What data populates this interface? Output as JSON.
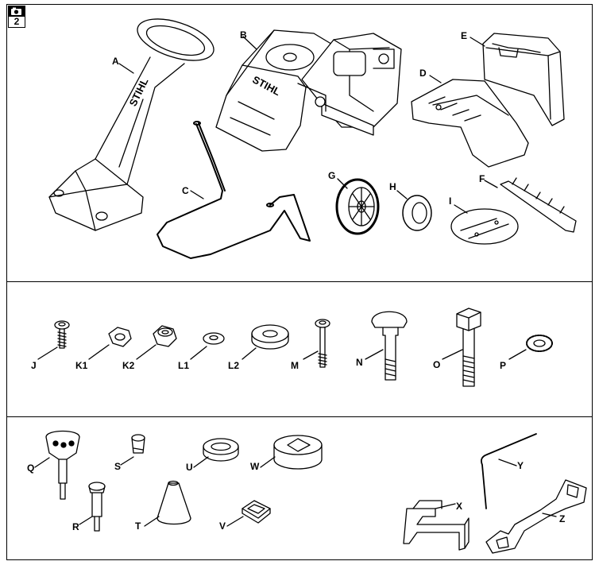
{
  "figure": {
    "number": "2",
    "camera_icon": "camera-icon"
  },
  "labels": {
    "A": "A",
    "B": "B",
    "C": "C",
    "D": "D",
    "E": "E",
    "F": "F",
    "G": "G",
    "H": "H",
    "I": "I",
    "J": "J",
    "K1": "K1",
    "K2": "K2",
    "L1": "L1",
    "L2": "L2",
    "M": "M",
    "N": "N",
    "O": "O",
    "P": "P",
    "Q": "Q",
    "R": "R",
    "S": "S",
    "T": "T",
    "U": "U",
    "V": "V",
    "W": "W",
    "X": "X",
    "Y": "Y",
    "Z": "Z"
  },
  "brand": {
    "logo_text": "STIHL"
  }
}
